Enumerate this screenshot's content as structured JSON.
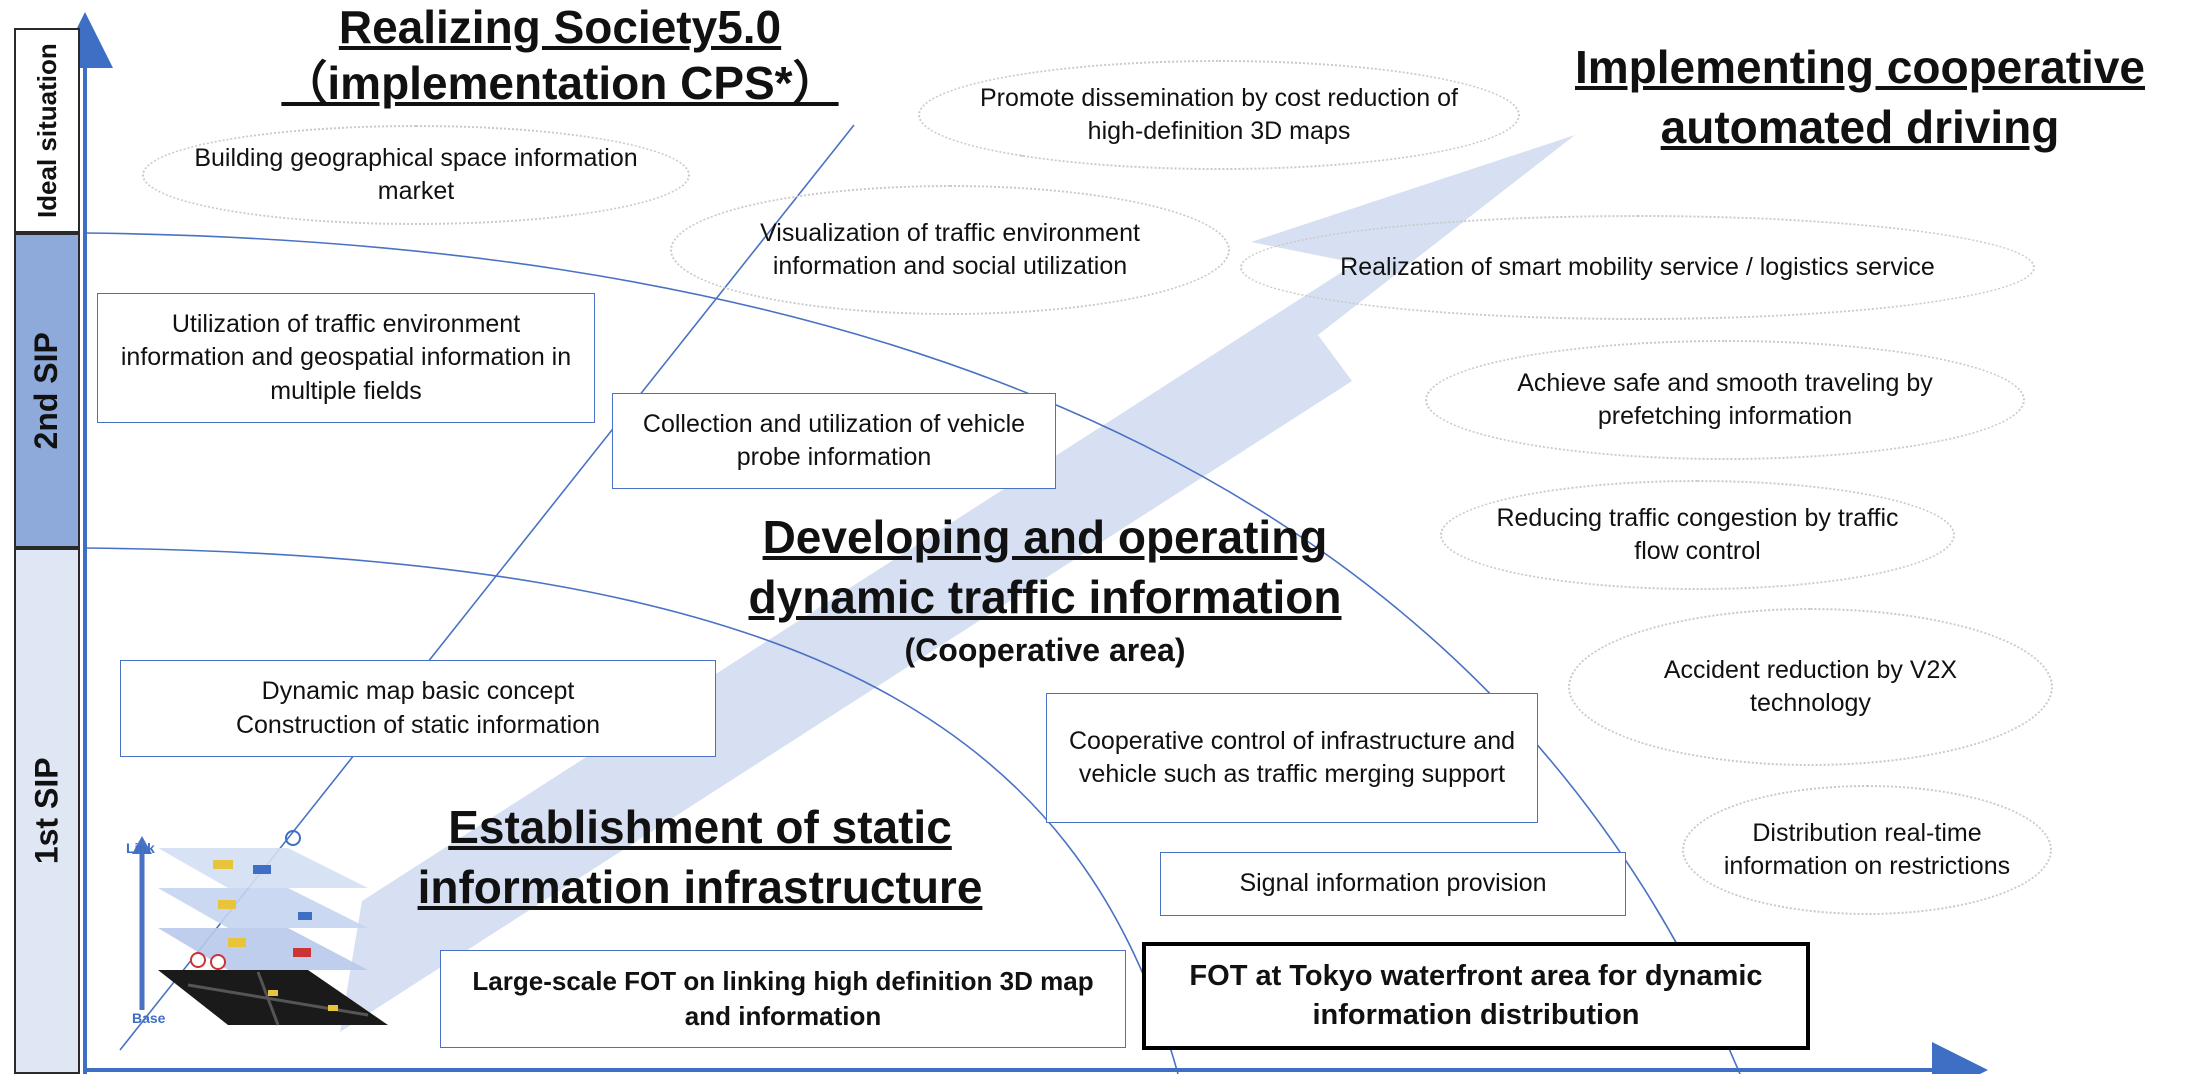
{
  "phases": [
    {
      "label": "Ideal situation",
      "fill": "#ffffff"
    },
    {
      "label": "2nd SIP",
      "fill": "#8eaadb"
    },
    {
      "label": "1st SIP",
      "fill": "#dfe7f5"
    }
  ],
  "headings": {
    "society_line1": "Realizing  Society5.0",
    "society_line2": "（implementation CPS*）",
    "cooperative_line1": "Implementing cooperative",
    "cooperative_line2": "automated driving",
    "dynamic_line1": "Developing and operating",
    "dynamic_line2": "dynamic traffic information",
    "dynamic_sub": "(Cooperative area)",
    "static_line1": "Establishment of static",
    "static_line2": "information infrastructure"
  },
  "ovals": {
    "geo_market": "Building geographical space information market",
    "cost_reduction": "Promote dissemination by cost reduction of high-definition 3D maps",
    "visualization": "Visualization of traffic environment information and social utilization",
    "smart_mobility": "Realization of smart mobility service / logistics service",
    "safe_travel": "Achieve safe and smooth traveling by prefetching information",
    "congestion": "Reducing traffic congestion by traffic flow control",
    "accident": "Accident reduction by V2X technology",
    "realtime": "Distribution real-time information on restrictions"
  },
  "boxes": {
    "utilization": "Utilization of traffic environment information and geospatial information in multiple fields",
    "probe": "Collection and utilization of vehicle probe information",
    "dynamic_map": "Dynamic map basic concept\nConstruction of static information",
    "coop_control": "Cooperative control of infrastructure and vehicle such as traffic merging support",
    "signal": "Signal information provision",
    "large_fot": "Large-scale FOT on linking high definition 3D map and information",
    "tokyo_fot": "FOT at Tokyo waterfront area for dynamic information distribution"
  },
  "illustration": {
    "top_label": "Link",
    "bottom_label": "Base"
  },
  "colors": {
    "axis": "#3d6fc4",
    "arrow": "#d6e0f2",
    "box_border": "#4a72c4",
    "oval_border": "#c9c9c9"
  }
}
